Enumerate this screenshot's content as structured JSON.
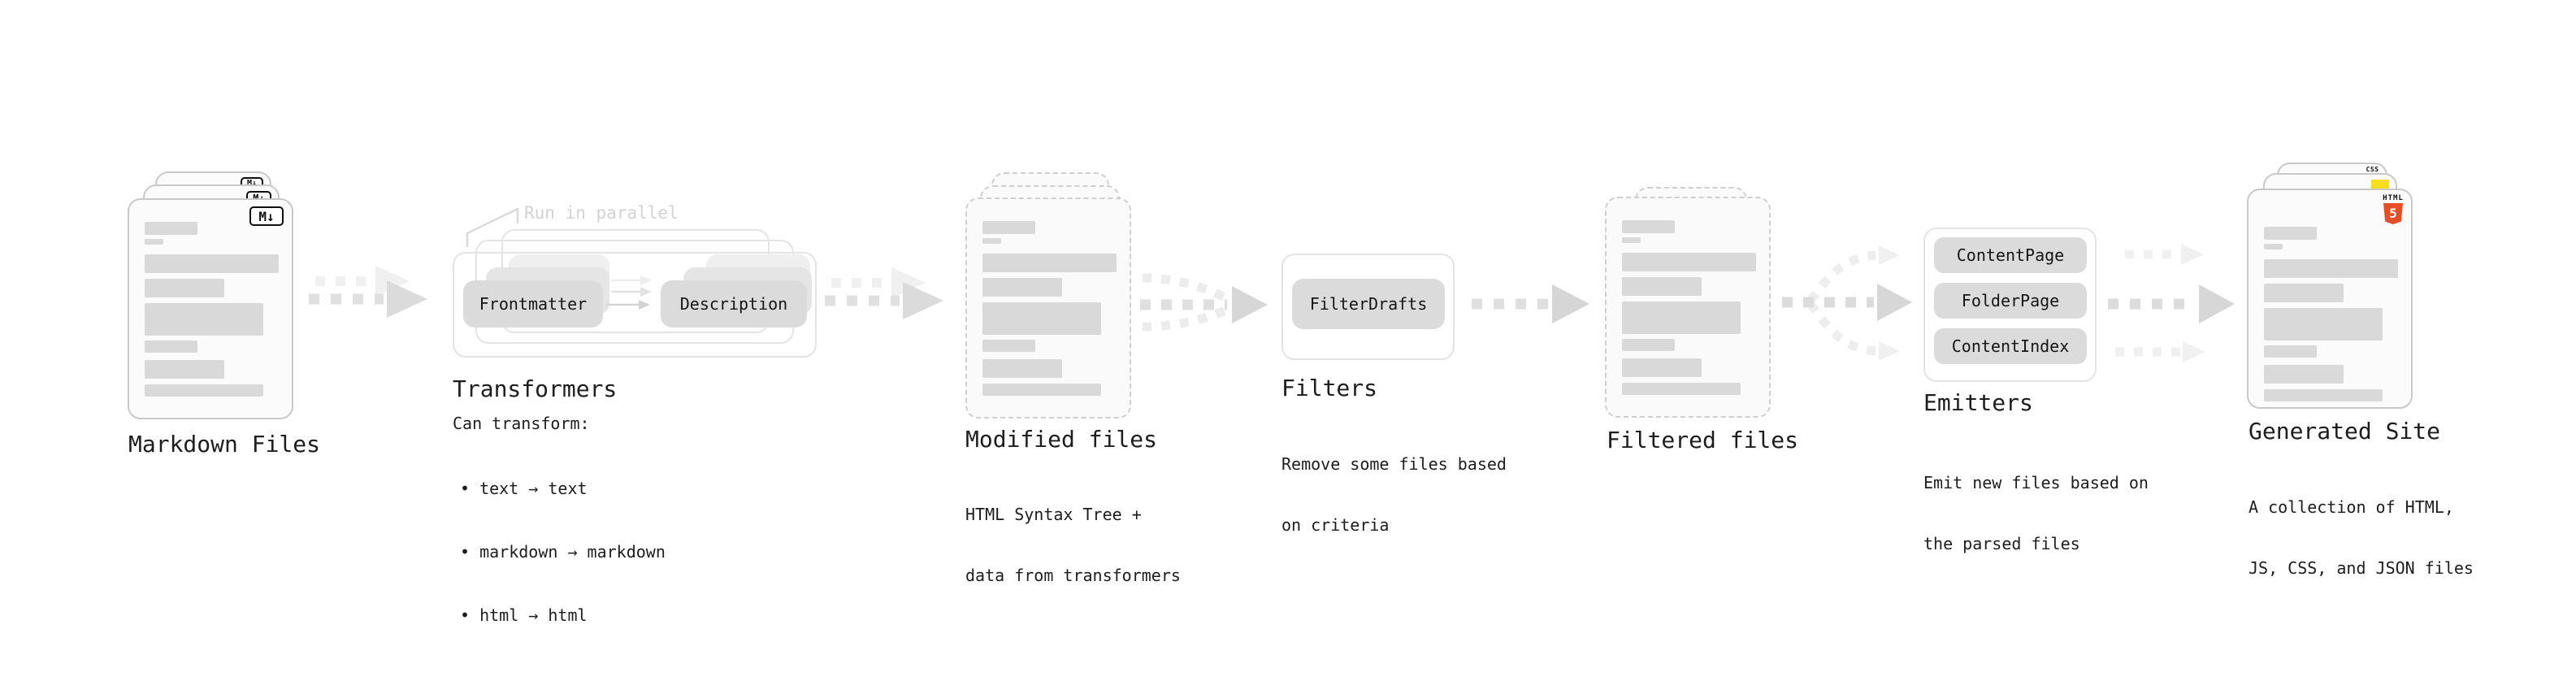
{
  "stages": {
    "markdown": {
      "label": "Markdown Files",
      "badge": "M↓"
    },
    "transformers": {
      "label": "Transformers",
      "note": "Run in parallel",
      "buttons": [
        "Frontmatter",
        "Description"
      ],
      "desc_title": "Can transform:",
      "bullets": [
        "• text → text",
        "• markdown → markdown",
        "• html → html"
      ]
    },
    "modified": {
      "label": "Modified files",
      "desc": [
        "HTML Syntax Tree +",
        "data from transformers"
      ]
    },
    "filters": {
      "label": "Filters",
      "button": "FilterDrafts",
      "desc": [
        "Remove some files based",
        "on criteria"
      ]
    },
    "filtered": {
      "label": "Filtered files"
    },
    "emitters": {
      "label": "Emitters",
      "buttons": [
        "ContentPage",
        "FolderPage",
        "ContentIndex"
      ],
      "desc": [
        "Emit new files based on",
        "the parsed files"
      ]
    },
    "generated": {
      "label": "Generated Site",
      "desc": [
        "A collection of HTML,",
        "JS, CSS, and JSON files"
      ],
      "badge_css": "CSS",
      "badge_html_word": "HTML",
      "badge_html_five": "5"
    }
  },
  "colors": {
    "html5_orange": "#E44D26",
    "js_yellow": "#F7DF1E",
    "css_blue": "#2965F1",
    "doc_line_gray": "#D9D9D9",
    "file_border_gray": "#C9C9C9",
    "arrow_gray": "#DCDCDC",
    "arrow_light_gray": "#F0F0F0",
    "note_gray": "#D2D2D2",
    "text_black": "#1D1D1D"
  }
}
